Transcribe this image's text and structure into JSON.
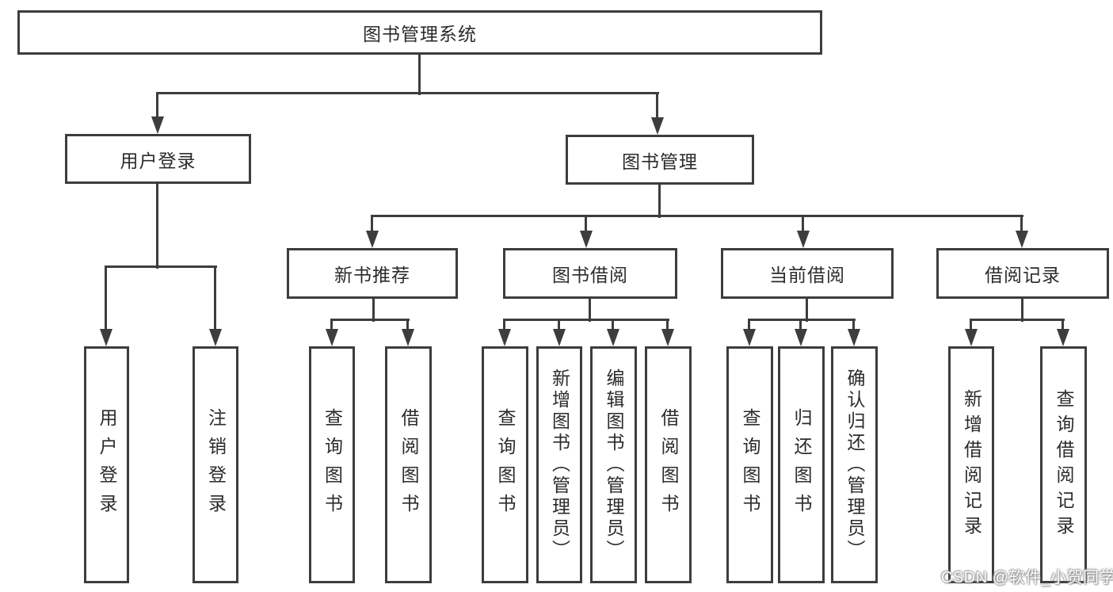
{
  "colors": {
    "line": "#3d3d3d",
    "text": "#2b2b2b",
    "background": "#ffffff"
  },
  "nodes": {
    "root": "图书管理系统",
    "user_login": "用户登录",
    "book_mgmt": "图书管理",
    "new_book_rec": "新书推荐",
    "book_borrow": "图书借阅",
    "current_borrow": "当前借阅",
    "borrow_records": "借阅记录",
    "ul_user_login": "用户登录",
    "ul_logout": "注销登录",
    "nbr_query_books": "查询图书",
    "nbr_borrow_books": "借阅图书",
    "bb_query_books": "查询图书",
    "bb_add_books": "新增图书（管理员）",
    "bb_edit_books": "编辑图书（管理员）",
    "bb_borrow_books": "借阅图书",
    "cb_query_books": "查询图书",
    "cb_return_books": "归还图书",
    "cb_confirm_return": "确认归还（管理员）",
    "br_add_record": "新增借阅记录",
    "br_query_record": "查询借阅记录"
  },
  "watermark": "CSDN @软件_小贺同学"
}
